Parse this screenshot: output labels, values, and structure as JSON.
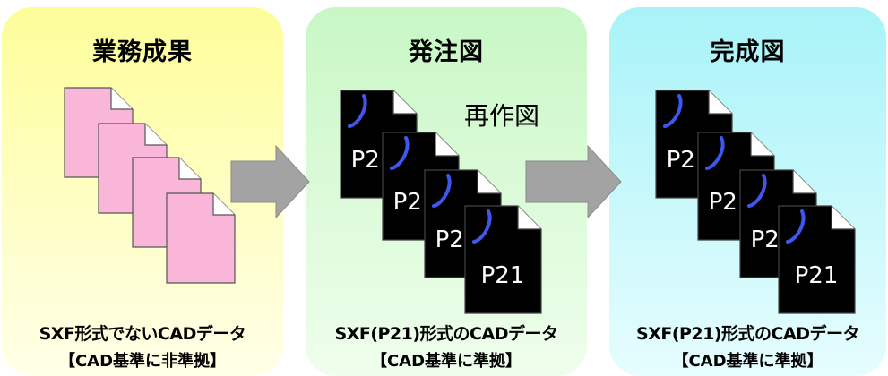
{
  "stages": [
    {
      "title": "業務成果",
      "label_line1": "SXF形式でないCADデータ",
      "label_line2": "【CAD基準に非準拠】",
      "color": "#fdfd9a"
    },
    {
      "title": "発注図",
      "label_line1": "SXF(P21)形式のCADデータ",
      "label_line2": "【CAD基準に準拠】",
      "color": "#c8f7c5"
    },
    {
      "title": "完成図",
      "label_line1": "SXF(P21)形式のCADデータ",
      "label_line2": "【CAD基準に準拠】",
      "color": "#a8f3f8"
    }
  ],
  "redraw_note": "再作図",
  "file_badge": "P21",
  "doc_colors": {
    "non_compliant": "#f9b6d8",
    "compliant": "#000000",
    "curve": "#3d57f0"
  }
}
